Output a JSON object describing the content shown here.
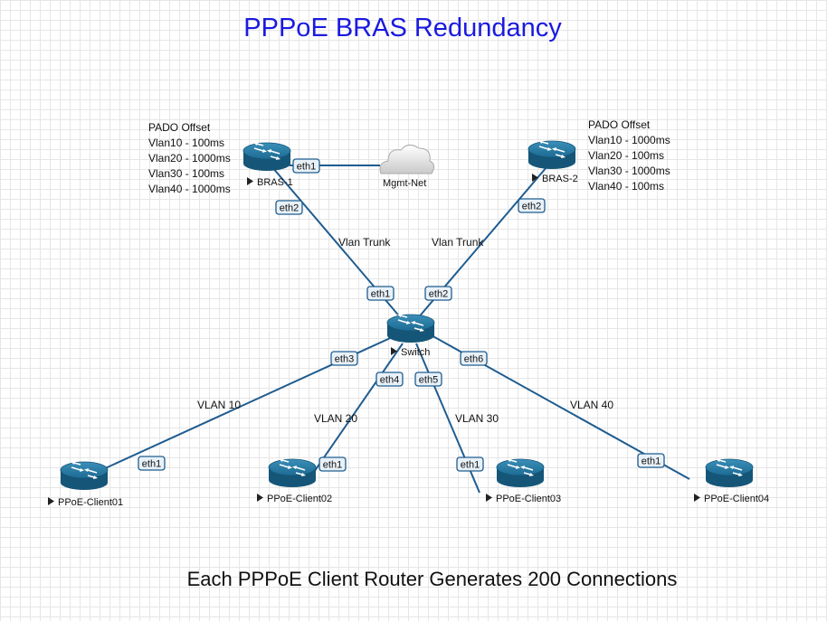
{
  "title": "PPPoE BRAS Redundancy",
  "footer": "Each PPPoE Client Router Generates 200 Connections",
  "colors": {
    "link": "#1f5c8f",
    "router": "#1c6b94",
    "title": "#1a1ae0",
    "port_fill": "#e8f1f8"
  },
  "notes": {
    "bras1": [
      "PADO Offset",
      "Vlan10 - 100ms",
      "Vlan20 - 1000ms",
      "Vlan30 - 100ms",
      "Vlan40 - 1000ms"
    ],
    "bras2": [
      "PADO Offset",
      "Vlan10 - 1000ms",
      "Vlan20 - 100ms",
      "Vlan30 - 1000ms",
      "Vlan40 - 100ms"
    ]
  },
  "nodes": {
    "bras1": "BRAS-1",
    "bras2": "BRAS-2",
    "switch": "Switch",
    "mgmt": "Mgmt-Net",
    "client01": "PPoE-Client01",
    "client02": "PPoE-Client02",
    "client03": "PPoE-Client03",
    "client04": "PPoE-Client04"
  },
  "links": {
    "trunk1": "Vlan Trunk",
    "trunk2": "Vlan Trunk",
    "vlan10": "VLAN 10",
    "vlan20": "VLAN 20",
    "vlan30": "VLAN 30",
    "vlan40": "VLAN 40"
  },
  "ports": {
    "bras1_eth1": "eth1",
    "bras1_eth2": "eth2",
    "bras2_eth2": "eth2",
    "sw_eth1": "eth1",
    "sw_eth2": "eth2",
    "sw_eth3": "eth3",
    "sw_eth4": "eth4",
    "sw_eth5": "eth5",
    "sw_eth6": "eth6",
    "c1_eth1": "eth1",
    "c2_eth1": "eth1",
    "c3_eth1": "eth1",
    "c4_eth1": "eth1"
  }
}
